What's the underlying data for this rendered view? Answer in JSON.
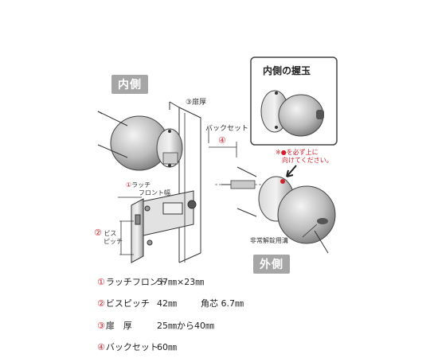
{
  "labels": {
    "inner_side": "内側",
    "outer_side": "外側",
    "inset_title": "内側の握玉",
    "door_thickness": "③扉厚",
    "backset": "バックセット",
    "backset_num": "④",
    "latch_front_num": "①",
    "latch_front_line1": "ラッチ",
    "latch_front_line2": "フロント幅",
    "screw_pitch_num": "②",
    "screw_pitch_line1": "ビス",
    "screw_pitch_line2": "ピッチ",
    "emergency_groove": "非常解錠用溝",
    "warning_line1": "※●を必ず上に",
    "warning_line2": "向けてください。"
  },
  "specs": [
    {
      "num": "①",
      "name": "ラッチフロント",
      "value": "57㎜×23㎜",
      "extra": ""
    },
    {
      "num": "②",
      "name": "ビスピッチ",
      "value": "42㎜",
      "extra": "角芯 6.7㎜"
    },
    {
      "num": "③",
      "name": "扉　厚",
      "value": "25㎜から40㎜",
      "extra": ""
    },
    {
      "num": "④",
      "name": "バックセット",
      "value": "60㎜",
      "extra": ""
    }
  ]
}
